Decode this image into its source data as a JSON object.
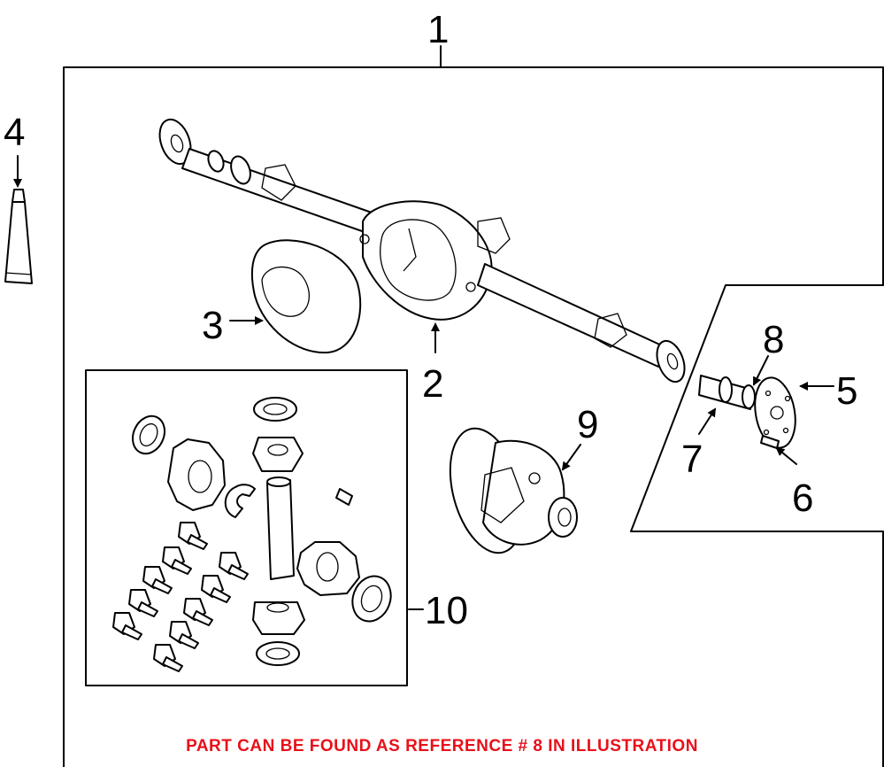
{
  "callouts": {
    "c1": "1",
    "c2": "2",
    "c3": "3",
    "c4": "4",
    "c5": "5",
    "c6": "6",
    "c7": "7",
    "c8": "8",
    "c9": "9",
    "c10": "10"
  },
  "note": {
    "text": "PART CAN BE FOUND AS REFERENCE # 8 IN ILLUSTRATION",
    "color": "#e8101a"
  }
}
